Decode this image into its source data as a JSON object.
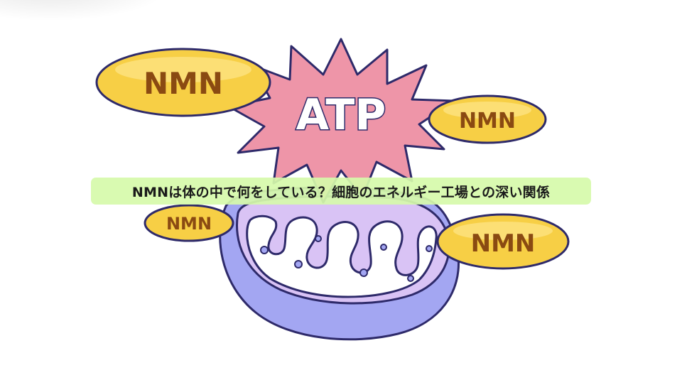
{
  "title": "NMNは体の中で何をしている？細胞のエネルギー工場との深い関係",
  "atp_label": "ATP",
  "capsules": [
    {
      "label": "NMN"
    },
    {
      "label": "NMN"
    },
    {
      "label": "NMN"
    },
    {
      "label": "NMN"
    }
  ],
  "colors": {
    "capsule_fill": "#f7cf45",
    "capsule_outline": "#4a3a8a",
    "capsule_text": "#8a4a12",
    "starburst_fill": "#ee95a8",
    "mitochondria_outer": "#a3a6f2",
    "mitochondria_inner": "#d9c3f5",
    "outline": "#2e2a6a",
    "banner": "#d6faaa"
  }
}
